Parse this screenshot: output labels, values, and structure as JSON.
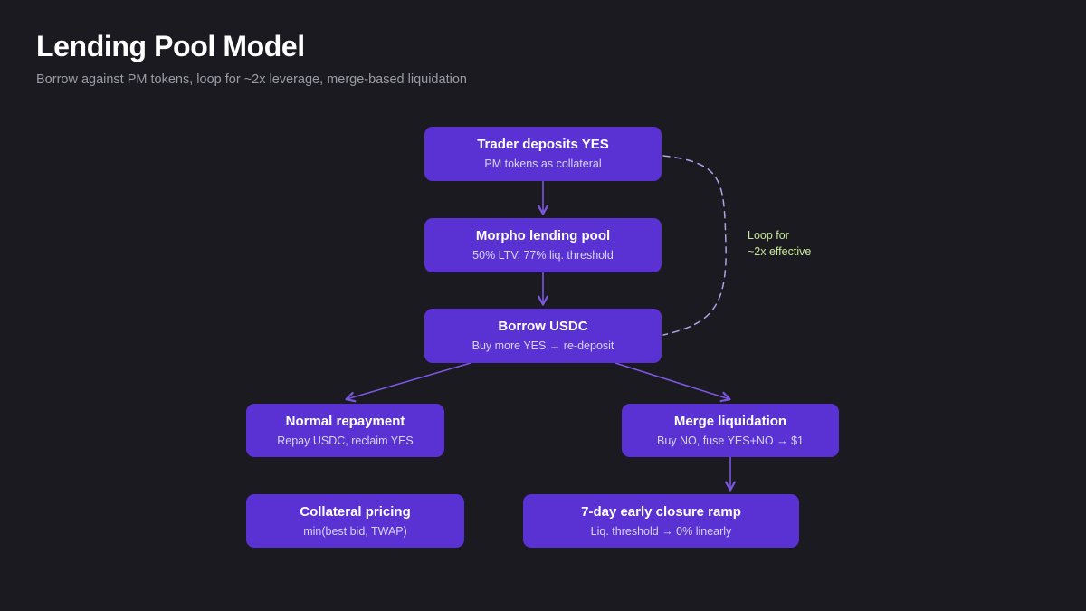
{
  "header": {
    "title": "Lending Pool Model",
    "subtitle": "Borrow against PM tokens, loop for ~2x leverage, merge-based liquidation"
  },
  "theme": {
    "background": "#1a1a20",
    "node_fill": "#5a32d4",
    "node_title_color": "#ffffff",
    "node_sub_color": "#d9d4f2",
    "edge_color": "#7b56e0",
    "dashed_edge_color": "#b0a2e6",
    "annotation_color": "#c9e79a",
    "title_color": "#ffffff",
    "subtitle_color": "#9b9ba6"
  },
  "diagram": {
    "type": "flowchart",
    "nodes": [
      {
        "id": "deposit",
        "title": "Trader deposits YES",
        "subtitle": "PM tokens as collateral"
      },
      {
        "id": "pool",
        "title": "Morpho lending pool",
        "subtitle": "50% LTV, 77% liq. threshold"
      },
      {
        "id": "borrow",
        "title": "Borrow USDC",
        "subtitle": "Buy more YES → re-deposit"
      },
      {
        "id": "repayment",
        "title": "Normal repayment",
        "subtitle": "Repay USDC, reclaim YES"
      },
      {
        "id": "merge",
        "title": "Merge liquidation",
        "subtitle": "Buy NO, fuse YES+NO → $1"
      },
      {
        "id": "collateral",
        "title": "Collateral pricing",
        "subtitle": "min(best bid, TWAP)"
      },
      {
        "id": "ramp",
        "title": "7-day early closure ramp",
        "subtitle": "Liq. threshold → 0% linearly"
      }
    ],
    "edges": [
      {
        "from": "deposit",
        "to": "pool",
        "style": "solid",
        "label": ""
      },
      {
        "from": "pool",
        "to": "borrow",
        "style": "solid",
        "label": ""
      },
      {
        "from": "borrow",
        "to": "repayment",
        "style": "solid",
        "label": ""
      },
      {
        "from": "borrow",
        "to": "merge",
        "style": "solid",
        "label": ""
      },
      {
        "from": "merge",
        "to": "ramp",
        "style": "solid",
        "label": ""
      },
      {
        "from": "deposit",
        "to": "borrow",
        "style": "dashed",
        "label": "Loop for ~2x effective"
      }
    ],
    "annotations": {
      "loop_line1": "Loop for",
      "loop_line2": "~2x effective"
    }
  }
}
